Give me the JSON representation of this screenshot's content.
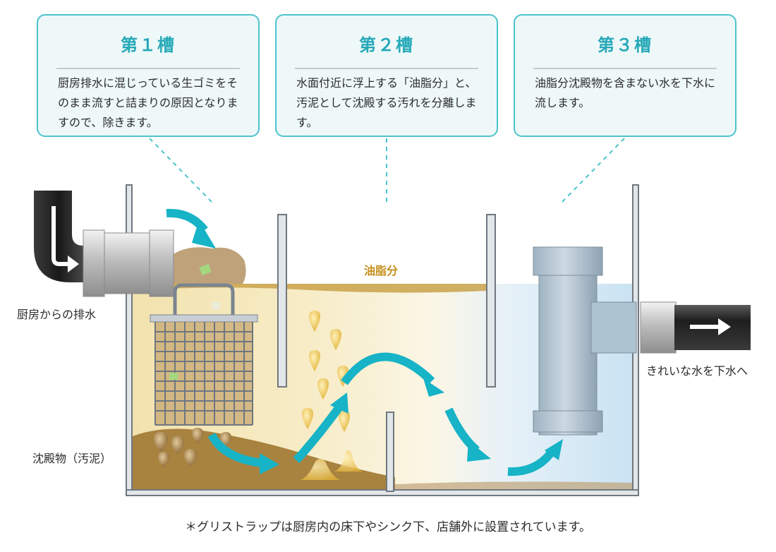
{
  "tanks": [
    {
      "title": "第１槽",
      "body": "厨房排水に混じっている生ゴミをそのまま流すと詰まりの原因となりますので、除きます。"
    },
    {
      "title": "第２槽",
      "body": "水面付近に浮上する「油脂分」と、汚泥として沈殿する汚れを分離します。"
    },
    {
      "title": "第３槽",
      "body": "油脂分沈殿物を含まない水を下水に流します。"
    }
  ],
  "labels": {
    "inlet": "厨房からの排水",
    "oil": "油脂分",
    "sludge": "沈殿物（汚泥）",
    "outlet": "きれいな水を下水へ"
  },
  "footnote": "＊グリストラップは厨房内の床下やシンク下、店舗外に設置されています。",
  "colors": {
    "accent": "#26a9b8",
    "callout_border": "#4cc3cd",
    "callout_bg": "#eef8f9",
    "flow_arrow": "#17b3c6",
    "oil": "#c58f1b",
    "clean_water": "#cfe6f4",
    "sludge": "#a8823f",
    "wall": "#9aa3ab"
  },
  "icons": [
    "flow-arrow-icon",
    "direction-arrow-icon",
    "basket-icon",
    "pipe-icon"
  ]
}
